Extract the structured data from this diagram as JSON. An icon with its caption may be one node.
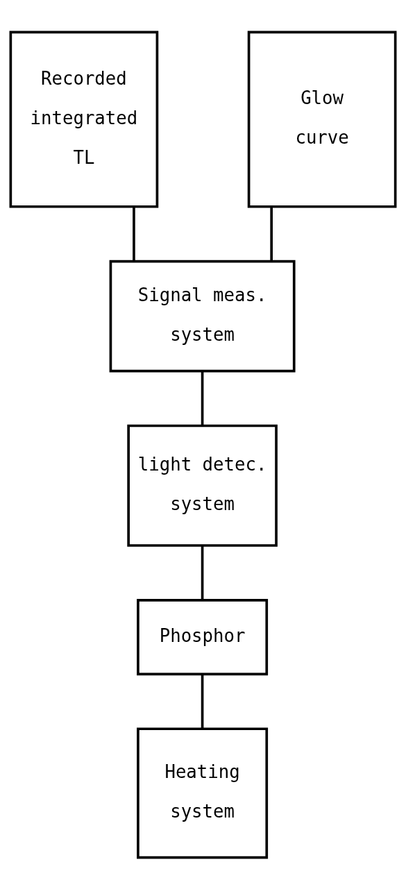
{
  "diagram": {
    "nodes": [
      {
        "text": [
          "Recorded integrated TL"
        ]
      },
      {
        "text": [
          "Glow curve"
        ]
      },
      {
        "text": [
          "Signal meas. system"
        ]
      },
      {
        "text": [
          "light detec. system"
        ]
      },
      {
        "text": [
          "Phosphor"
        ]
      },
      {
        "text": [
          "Heating system"
        ]
      }
    ],
    "edges": [
      {
        "from": 0,
        "to": 2,
        "arrow": "none"
      },
      {
        "from": 1,
        "to": 2,
        "arrow": "none"
      },
      {
        "from": 2,
        "to": 3,
        "arrow": "none"
      },
      {
        "from": 3,
        "to": 4,
        "arrow": "none"
      },
      {
        "from": 4,
        "to": 5,
        "arrow": "none"
      }
    ]
  }
}
